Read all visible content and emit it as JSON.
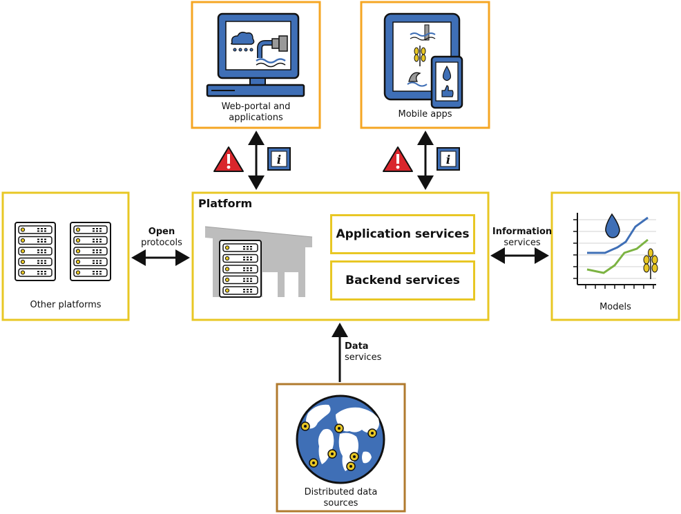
{
  "web_portal": {
    "label": "Web-portal and\napplications"
  },
  "mobile": {
    "label": "Mobile apps"
  },
  "platform": {
    "title": "Platform",
    "app_services": "Application services",
    "backend_services": "Backend services"
  },
  "other_platforms": {
    "label": "Other platforms"
  },
  "models": {
    "label": "Models"
  },
  "data_sources": {
    "label": "Distributed data\nsources"
  },
  "edges": {
    "open": {
      "bold": "Open",
      "rest": "protocols"
    },
    "info": {
      "bold": "Information",
      "rest": "services"
    },
    "data": {
      "bold": "Data",
      "rest": "services"
    }
  },
  "info_badge": "i",
  "colors": {
    "orange": "#f5a623",
    "yellow": "#e8c724",
    "brown": "#b07a2e",
    "blue": "#3f6fb6",
    "red": "#d9262c",
    "gray": "#bdbdbd",
    "green": "#7cb342"
  }
}
